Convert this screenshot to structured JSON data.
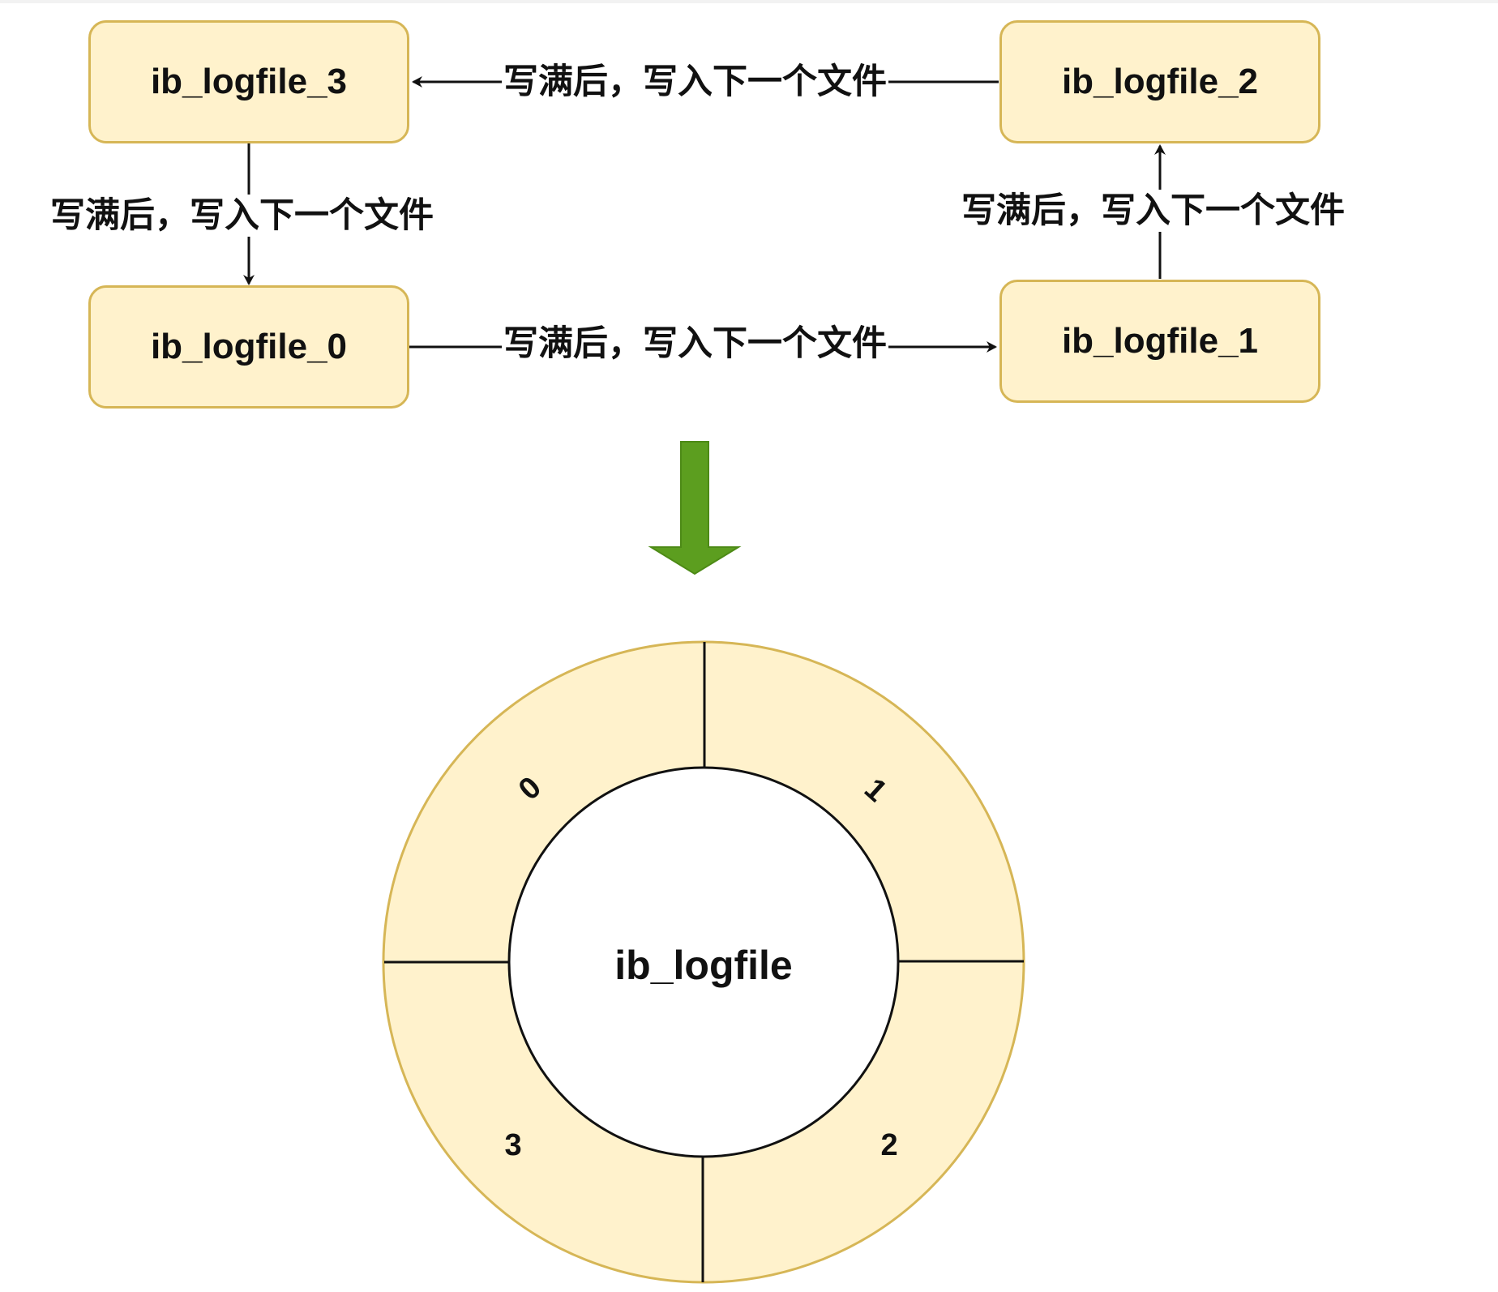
{
  "nodes": {
    "file3": "ib_logfile_3",
    "file2": "ib_logfile_2",
    "file0": "ib_logfile_0",
    "file1": "ib_logfile_1"
  },
  "edges": {
    "file2_to_file3": "写满后，写入下一个文件",
    "file3_to_file0": "写满后，写入下一个文件",
    "file0_to_file1": "写满后，写入下一个文件",
    "file1_to_file2": "写满后，写入下一个文件"
  },
  "ring": {
    "center": "ib_logfile",
    "segments": [
      "0",
      "1",
      "2",
      "3"
    ]
  },
  "colors": {
    "fill": "#fff2cc",
    "stroke": "#d6b656",
    "arrow_green": "#5c9e1f",
    "line": "#111111"
  }
}
